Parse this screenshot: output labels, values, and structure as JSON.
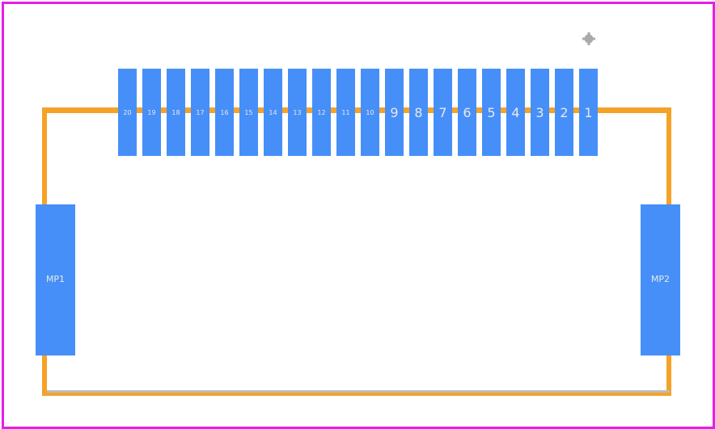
{
  "colors": {
    "border": "#e61ee6",
    "silkscreen": "#f5a228",
    "pad": "#468ff8",
    "pad_text": "#e8e8e8",
    "origin_marker": "#aaaaaa",
    "bottom_line": "#bcbcbc",
    "background": "#ffffff"
  },
  "icons": {
    "origin": "origin-cross-icon"
  },
  "pins": [
    "20",
    "19",
    "18",
    "17",
    "16",
    "15",
    "14",
    "13",
    "12",
    "11",
    "10",
    "9",
    "8",
    "7",
    "6",
    "5",
    "4",
    "3",
    "2",
    "1"
  ],
  "mounting_pads": [
    {
      "label": "MP1",
      "side": "left"
    },
    {
      "label": "MP2",
      "side": "right"
    }
  ]
}
